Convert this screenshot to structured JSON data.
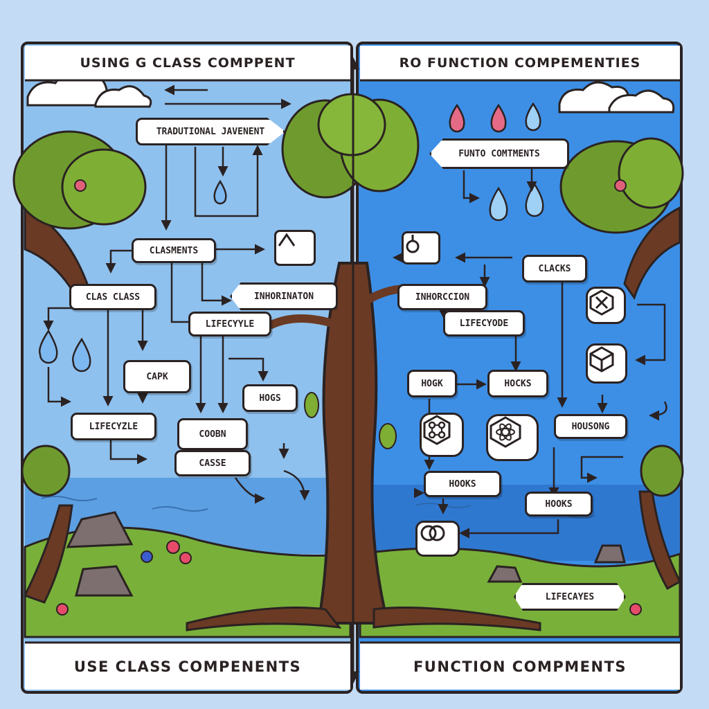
{
  "panels": {
    "left": {
      "title": "USING G CLASS COMPPENT",
      "footer": "USE CLASS COMPENENTS",
      "labels": {
        "traditional": "TRADUTIONAL JAVENENT",
        "components": "CLASMENTS",
        "class_class": "CLAS CLASS",
        "information": "INHORINATON",
        "lifecycle_top": "LIFECYYLE",
        "capk": "CAPK",
        "hogs": "HOGS",
        "lifecycle_bottom": "LIFECYZLE",
        "coobn": "COOBN",
        "casse": "CASSE"
      }
    },
    "right": {
      "title": "RO FUNCTION COMPEMENTIES",
      "footer": "FUNCTION COMPMENTS",
      "labels": {
        "funto": "FUNTO COMTMENTS",
        "clacks": "CLACKS",
        "inhorccion": "INHORCCION",
        "lifecycode": "LIFECYODE",
        "hogk": "HOGK",
        "hocks": "HOCKS",
        "housong": "HOUSONG",
        "hooks_a": "HOOKS",
        "hooks_b": "HOOKS",
        "lifecayes": "LIFECAYES"
      }
    }
  },
  "colors": {
    "left_sky": "#8fc1ee",
    "right_sky": "#3d8fe6",
    "foliage": "#6f9b2e",
    "trunk": "#6b3a24",
    "grass": "#79b03a",
    "outline": "#2a2222"
  }
}
